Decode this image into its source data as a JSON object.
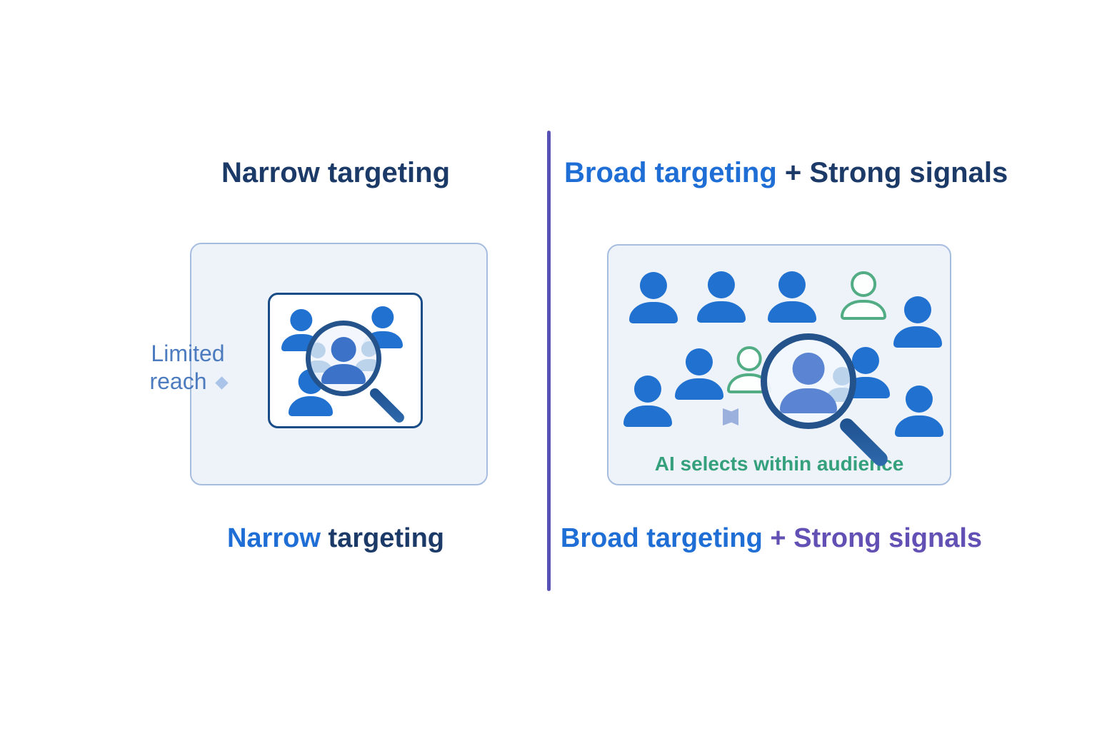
{
  "diagram": {
    "left": {
      "heading": "Narrow targeting",
      "side_label": {
        "line1": "Limited",
        "line2": "reach"
      },
      "caption": {
        "highlight": "Narrow",
        "rest": " targeting"
      }
    },
    "right": {
      "heading": {
        "highlight": "Broad targeting",
        "rest": " + Strong signals"
      },
      "box_label": "AI selects within audience",
      "caption": {
        "highlight": "Broad targeting",
        "rest": " + Strong signals"
      }
    },
    "icons": {
      "magnifier": "magnifier-icon",
      "person": "person-icon",
      "person_outline": "person-outline-icon",
      "flag": "flag-icon",
      "diamond": "diamond-icon"
    },
    "colors": {
      "accent_blue": "#1e6ed5",
      "navy": "#1c3a68",
      "caption_purple": "#6350b4",
      "divider_purple": "#5952b6",
      "person_blue": "#2071d0",
      "person_light_blue": "#bcd3ec",
      "magnifier_person_blue": "#5b85d2",
      "green_outline": "#52ad85",
      "green_text": "#35a07c",
      "box_background": "#eef2f9",
      "box_border": "#a7bde0",
      "side_label_blue": "#4c7cbf"
    }
  }
}
